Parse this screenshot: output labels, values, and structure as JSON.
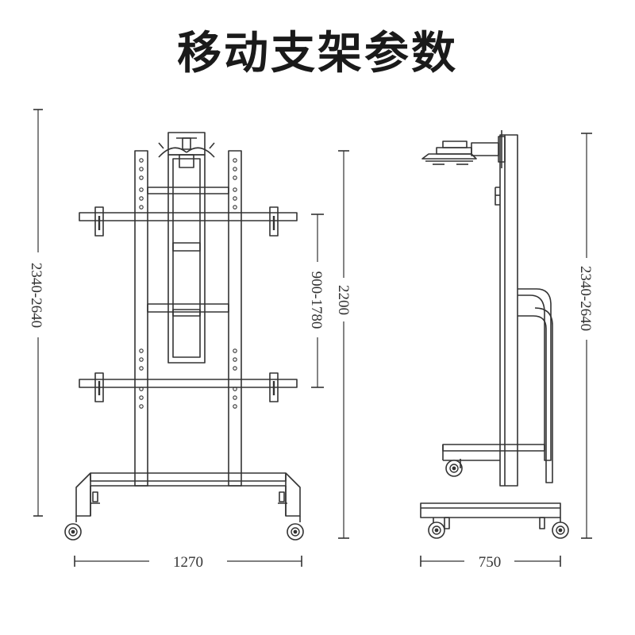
{
  "title": "移动支架参数",
  "front_view": {
    "total_height_label": "2340-2640",
    "mount_range_label": "900-1780",
    "column_height_label": "2200",
    "base_width_label": "1270"
  },
  "side_view": {
    "total_height_label": "2340-2640",
    "base_depth_label": "750"
  },
  "colors": {
    "line": "#333333",
    "background": "#ffffff"
  }
}
